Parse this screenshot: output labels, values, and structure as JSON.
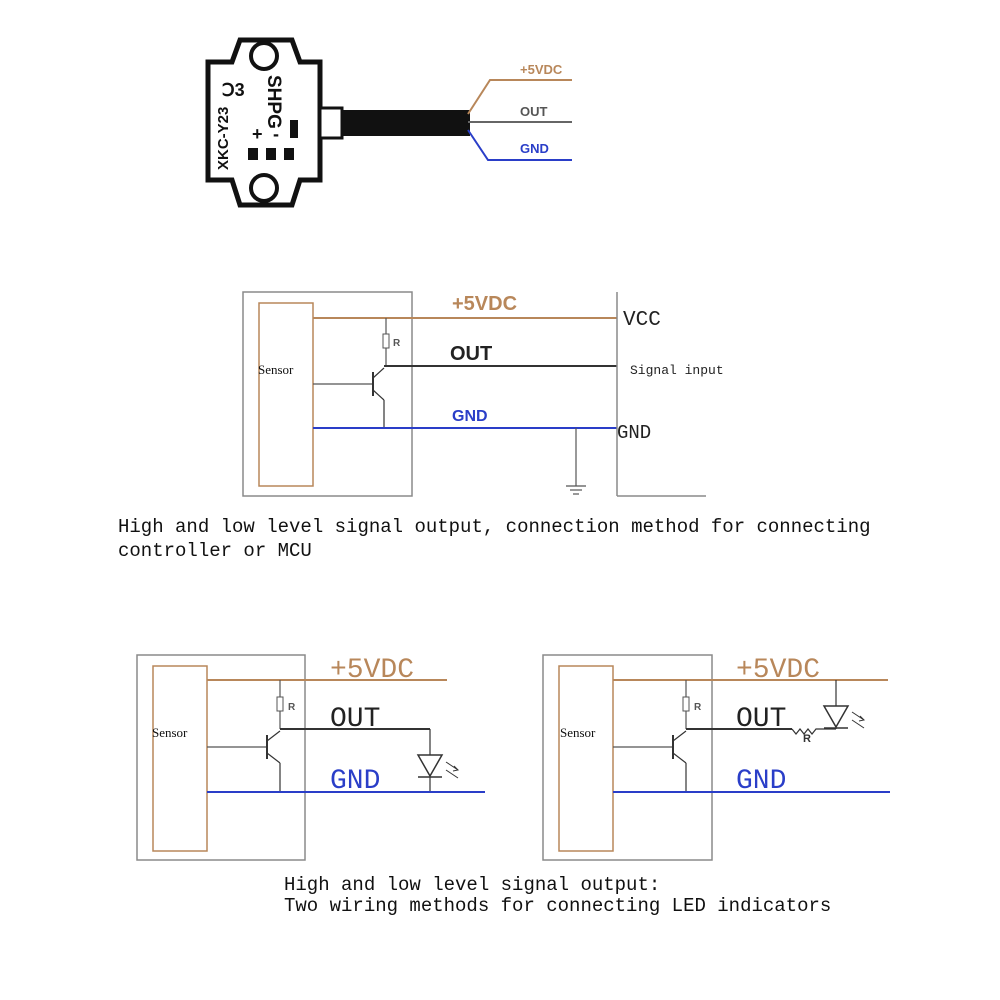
{
  "colors": {
    "power": "#b8875a",
    "gnd": "#2a3ec8",
    "out": "#333333",
    "frame": "#8a8a8a",
    "sensor_box": "#b8875a"
  },
  "sensor_photo": {
    "model_mark": "XKC-Y23",
    "brand_mark": "SHPG",
    "wires": [
      {
        "label": "+5VDC"
      },
      {
        "label": "OUT"
      },
      {
        "label": "GND"
      }
    ]
  },
  "circuit1": {
    "sensor_label": "Sensor",
    "resistor_label": "R",
    "power_label": "+5VDC",
    "out_label": "OUT",
    "gnd_label": "GND",
    "vcc_label": "VCC",
    "signal_label": "Signal input",
    "gnd_right_label": "GND",
    "caption_line1": "High and low level signal output, connection method for connecting",
    "caption_line2": "controller or MCU"
  },
  "circuit2": {
    "sensor_label": "Sensor",
    "resistor_label": "R",
    "power_label": "+5VDC",
    "out_label": "OUT",
    "gnd_label": "GND"
  },
  "circuit3": {
    "sensor_label": "Sensor",
    "resistor_label": "R",
    "power_label": "+5VDC",
    "out_label": "OUT",
    "gnd_label": "GND",
    "series_resistor_label": "R"
  },
  "caption_bottom": {
    "line1": "High and low level signal output:",
    "line2": "Two wiring methods for connecting LED indicators"
  }
}
